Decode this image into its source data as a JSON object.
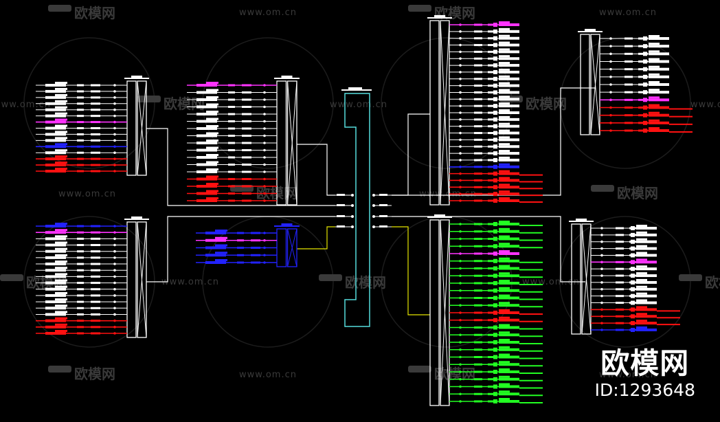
{
  "watermark": {
    "logo_text": "欧模网",
    "url_text": "www.om.cn"
  },
  "brand": {
    "name": "欧模网",
    "id": "ID:1293648"
  },
  "colors": {
    "background": "#000000",
    "wire": "#ffffff",
    "magenta": "#ff33ff",
    "blue": "#2222ff",
    "red": "#ff1111",
    "green": "#22ff22",
    "bus": "#55dddd",
    "feeder": "#e6e600",
    "watermark": "#3a3a3a"
  },
  "panels": [
    {
      "name": "panel-left-top",
      "circuits": [
        "white",
        "white",
        "white",
        "white",
        "white",
        "white",
        "magenta",
        "white",
        "white",
        "white",
        "blue",
        "white",
        "red",
        "red",
        "red"
      ]
    },
    {
      "name": "panel-left-bottom",
      "circuits": [
        "blue",
        "magenta",
        "white",
        "white",
        "white",
        "white",
        "white",
        "white",
        "white",
        "white",
        "white",
        "white",
        "white",
        "white",
        "white",
        "red",
        "red",
        "red"
      ]
    },
    {
      "name": "panel-center-top",
      "circuits": [
        "magenta",
        "white",
        "white",
        "white",
        "white",
        "white",
        "white",
        "white",
        "white",
        "white",
        "white",
        "white",
        "white",
        "red",
        "red",
        "red",
        "red"
      ]
    },
    {
      "name": "panel-center-small",
      "circuits": [
        "blue",
        "magenta",
        "blue",
        "blue",
        "blue"
      ]
    },
    {
      "name": "panel-right-top",
      "circuits": [
        "magenta",
        "white",
        "white",
        "white",
        "white",
        "white",
        "white",
        "white",
        "white",
        "white",
        "white",
        "white",
        "white",
        "white",
        "white",
        "white",
        "white",
        "white",
        "white",
        "white",
        "white",
        "blue",
        "red",
        "red",
        "red",
        "red",
        "red"
      ]
    },
    {
      "name": "panel-right-bottom",
      "circuits": [
        "green",
        "green",
        "green",
        "green",
        "magenta",
        "green",
        "green",
        "green",
        "green",
        "green",
        "green",
        "green",
        "red",
        "red",
        "green",
        "green",
        "green",
        "green",
        "green",
        "green",
        "green",
        "green",
        "green",
        "green",
        "green"
      ]
    },
    {
      "name": "panel-far-right-top",
      "circuits": [
        "white",
        "white",
        "white",
        "white",
        "white",
        "white",
        "white",
        "white",
        "magenta",
        "red",
        "red",
        "red",
        "red"
      ]
    },
    {
      "name": "panel-far-right-bottom",
      "circuits": [
        "white",
        "white",
        "white",
        "white",
        "white",
        "magenta",
        "white",
        "white",
        "white",
        "white",
        "white",
        "white",
        "red",
        "red",
        "red",
        "blue"
      ]
    }
  ]
}
